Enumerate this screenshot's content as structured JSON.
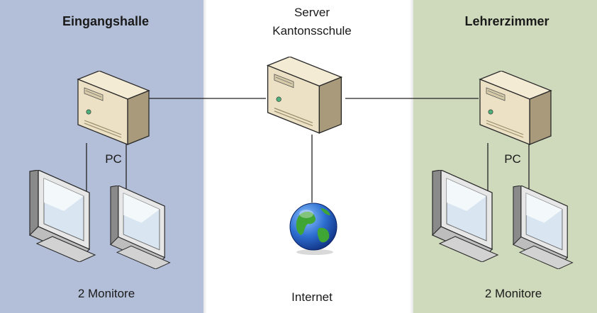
{
  "zones": {
    "left": {
      "title": "Eingangshalle",
      "pc_label": "PC",
      "monitors_label": "2 Monitore",
      "color": "#b3bfd8"
    },
    "center": {
      "server_label_line1": "Server",
      "server_label_line2": "Kantonsschule",
      "internet_label": "Internet"
    },
    "right": {
      "title": "Lehrerzimmer",
      "pc_label": "PC",
      "monitors_label": "2 Monitore",
      "color": "#cfdabc"
    }
  },
  "icons": {
    "computer": "tower-computer-icon",
    "monitor": "lcd-monitor-icon",
    "internet": "globe-icon"
  }
}
